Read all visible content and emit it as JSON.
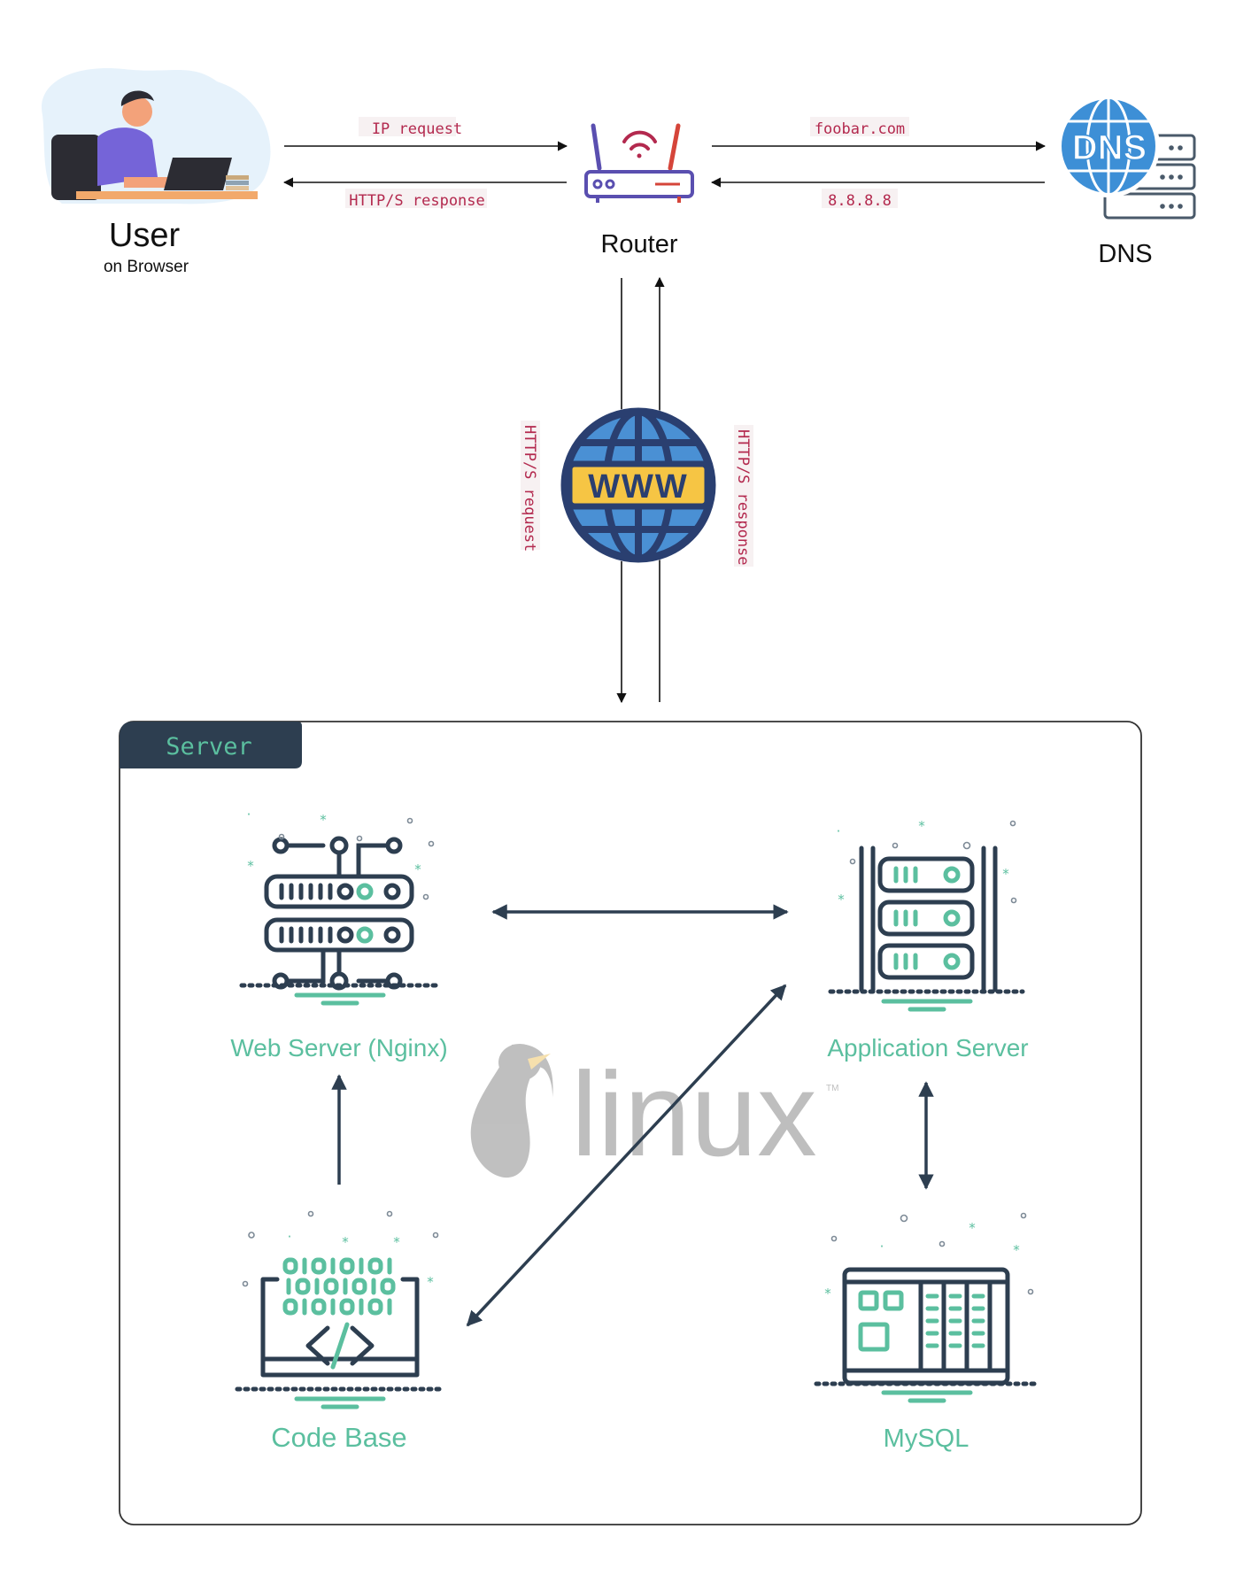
{
  "colors": {
    "accent": "#5bbf9f",
    "dark": "#2d3e50",
    "arrow_label": "#b3294e",
    "label_bg": "#f7f1f2",
    "www_blue": "#3f86c9",
    "www_yellow": "#f6c544",
    "dns_blue": "#3d8fd6"
  },
  "nodes": {
    "user": {
      "title": "User",
      "subtitle": "on Browser"
    },
    "router": {
      "title": "Router"
    },
    "dns": {
      "title": "DNS",
      "badge": "DNS"
    },
    "www": {
      "badge": "WWW"
    }
  },
  "edges": {
    "ip_request": "IP request",
    "https_response_top": "HTTP/S response",
    "foobar": "foobar.com",
    "dns_ip": "8.8.8.8",
    "https_request": "HTTP/S request",
    "https_response_side": "HTTP/S response"
  },
  "server": {
    "tab_label": "Server",
    "components": {
      "web_server": "Web Server (Nginx)",
      "app_server": "Application Server",
      "code_base": "Code Base",
      "mysql": "MySQL"
    },
    "watermark": {
      "text": "linux",
      "tm": "TM"
    }
  }
}
